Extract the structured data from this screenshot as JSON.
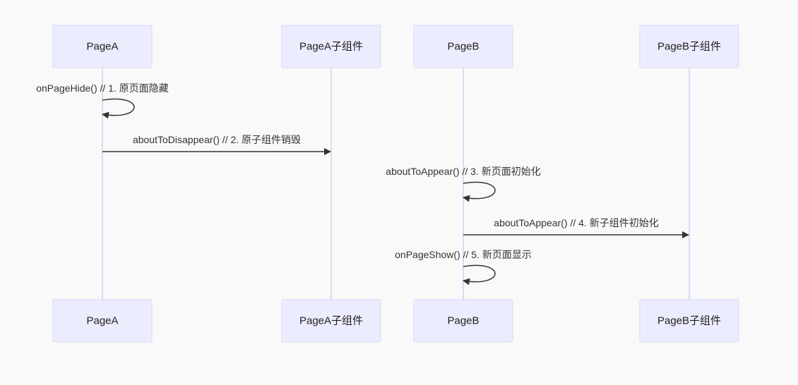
{
  "diagram": {
    "participants": [
      {
        "id": "pageA",
        "label": "PageA"
      },
      {
        "id": "pageAChild",
        "label": "PageA子组件"
      },
      {
        "id": "pageB",
        "label": "PageB"
      },
      {
        "id": "pageBChild",
        "label": "PageB子组件"
      }
    ],
    "messages": [
      {
        "from": "pageA",
        "to": "pageA",
        "label": "onPageHide() // 1. 原页面隐藏"
      },
      {
        "from": "pageA",
        "to": "pageAChild",
        "label": "aboutToDisappear() // 2. 原子组件销毁"
      },
      {
        "from": "pageB",
        "to": "pageB",
        "label": "aboutToAppear() // 3. 新页面初始化"
      },
      {
        "from": "pageB",
        "to": "pageBChild",
        "label": "aboutToAppear() // 4. 新子组件初始化"
      },
      {
        "from": "pageB",
        "to": "pageB",
        "label": "onPageShow() // 5. 新页面显示"
      }
    ]
  }
}
